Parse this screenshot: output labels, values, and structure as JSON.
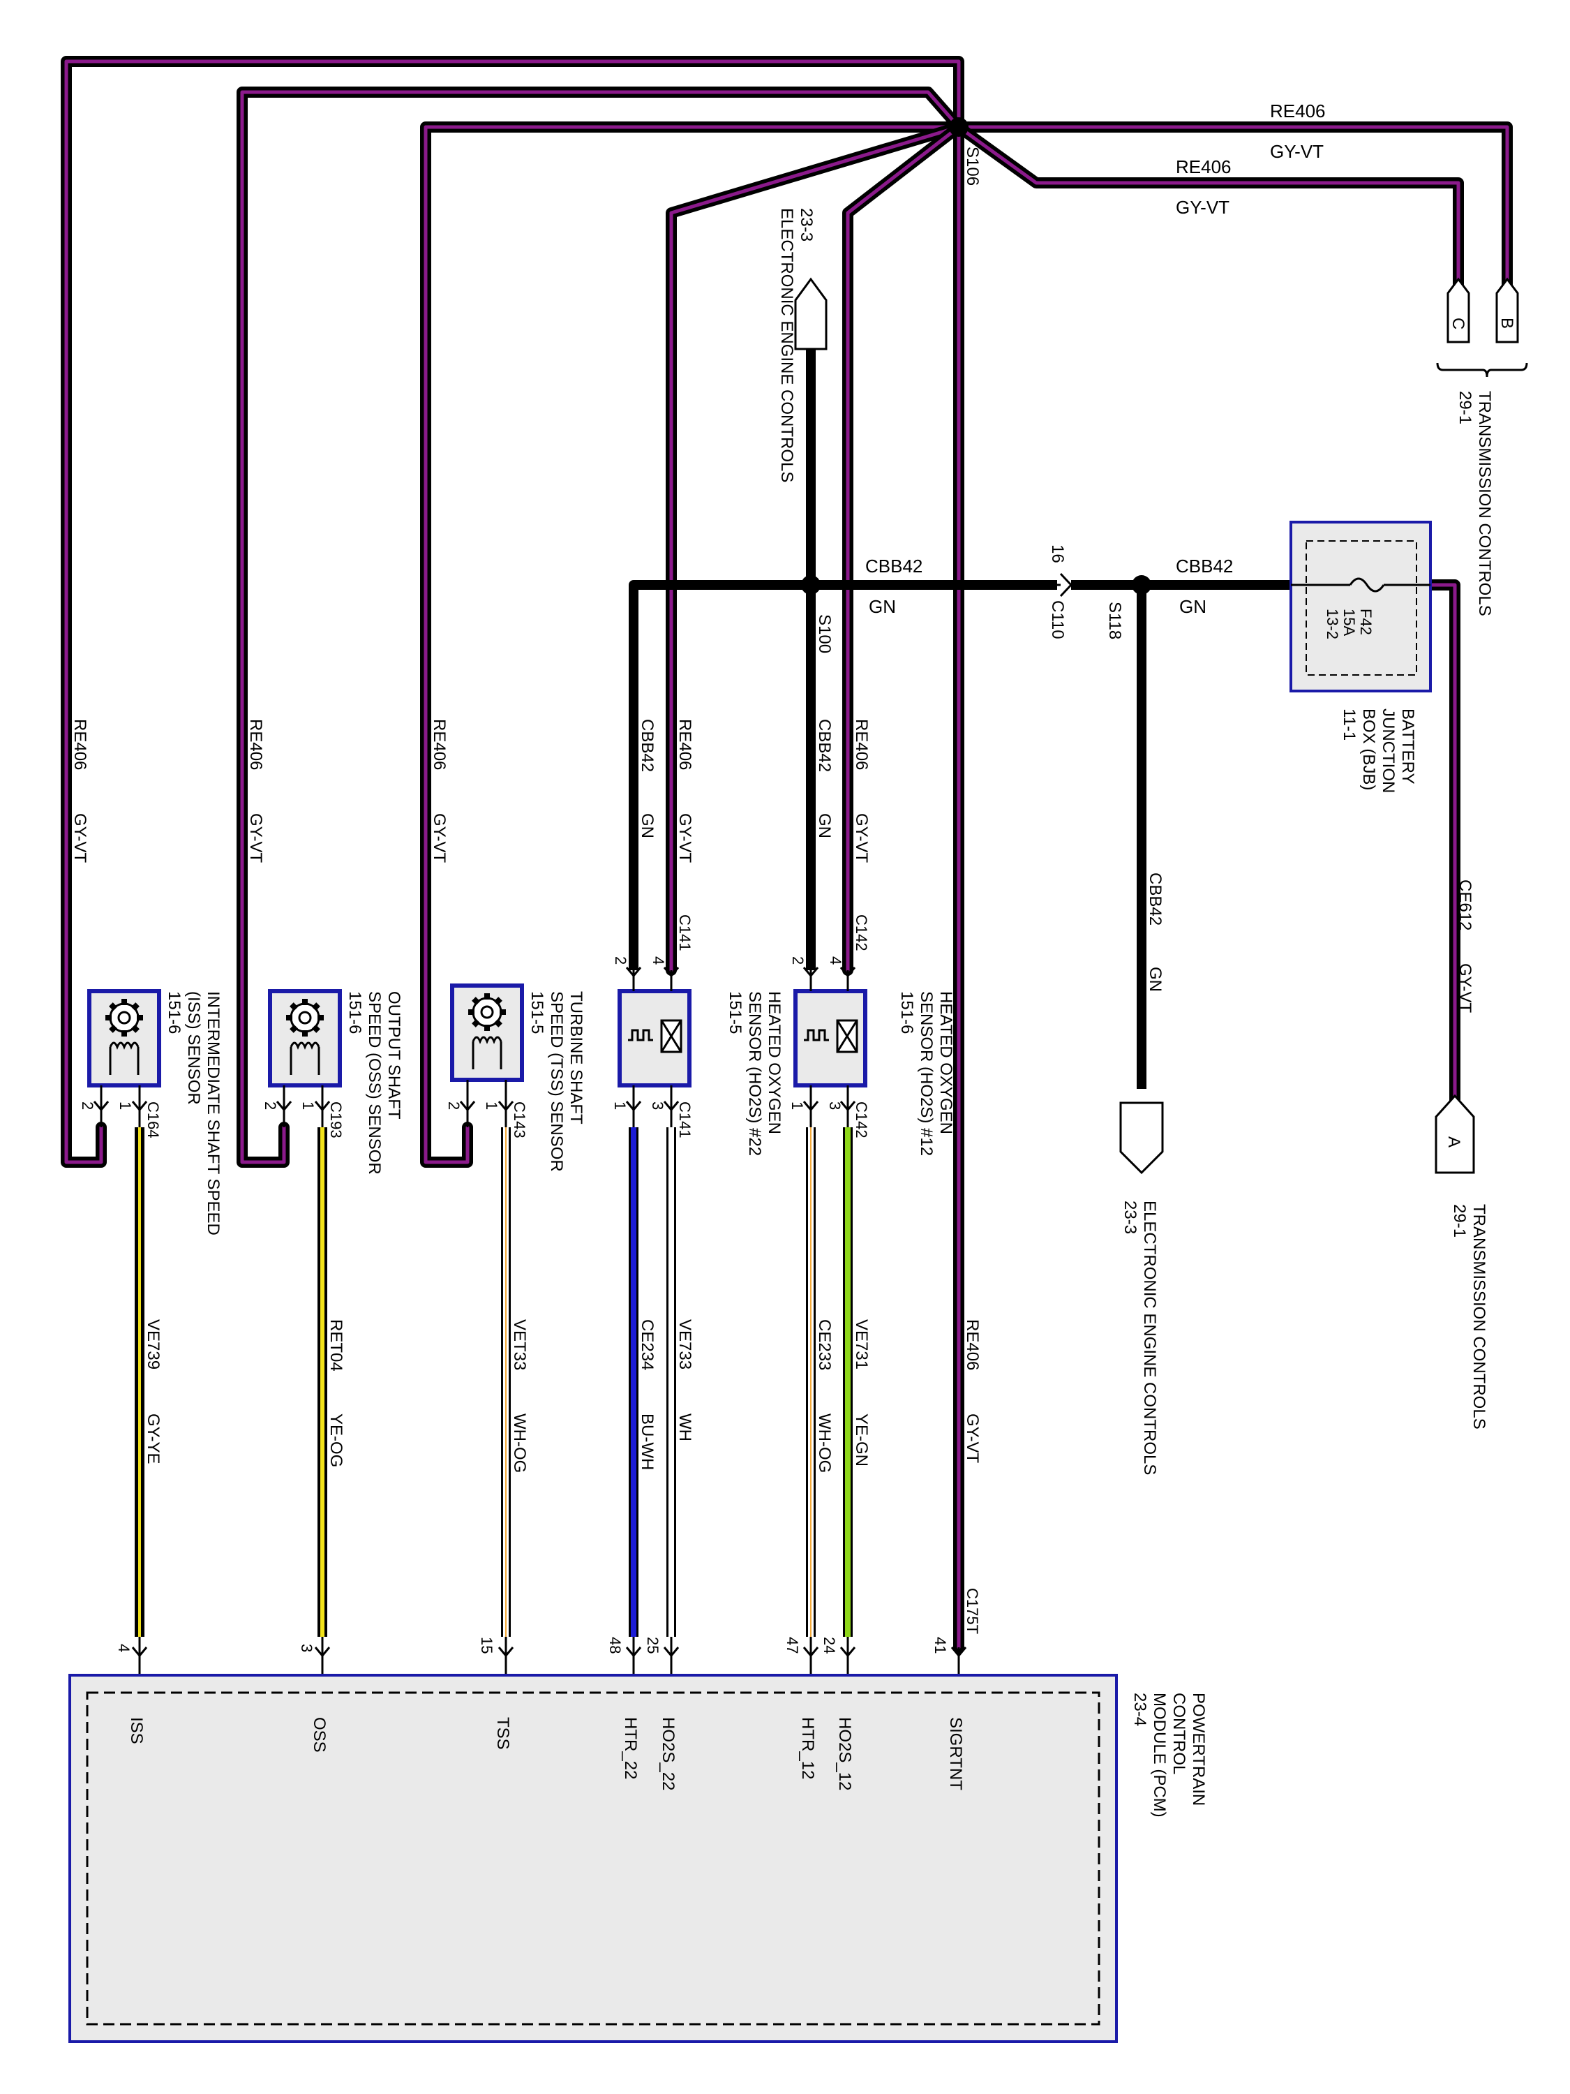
{
  "colors": {
    "violet": "#8b1a8b",
    "black": "#000000",
    "yellow": "#f2e21a",
    "orange": "#f2a93b",
    "blue": "#1c1cd6",
    "green": "#8fd61a",
    "box_fill": "#eaeaea",
    "box_border": "#1a1aa8",
    "white": "#ffffff"
  },
  "splices": {
    "s106": "S106",
    "s100": "S100",
    "s118": "S118"
  },
  "connectors": {
    "c110": "C110",
    "c110_pin": "16",
    "c141": "C141",
    "c142": "C142",
    "c143": "C143",
    "c164": "C164",
    "c193": "C193",
    "c175t": "C175T"
  },
  "pins": {
    "p1": "1",
    "p2": "2",
    "p3": "3",
    "p4": "4"
  },
  "wires": {
    "re406": "RE406",
    "gy_vt": "GY-VT",
    "cbb42": "CBB42",
    "gn": "GN",
    "ce612": "CE612",
    "ve739": "VE739",
    "gy_ye": "GY-YE",
    "ret04": "RET04",
    "ye_og": "YE-OG",
    "vet33": "VET33",
    "wh_og": "WH-OG",
    "ce234": "CE234",
    "bu_wh": "BU-WH",
    "ve733": "VE733",
    "wh": "WH",
    "ce233": "CE233",
    "ve731": "VE731",
    "ye_gn": "YE-GN"
  },
  "refs": {
    "transmission_controls": "TRANSMISSION CONTROLS",
    "tc_page": "29-1",
    "electronic_engine_controls": "ELECTRONIC ENGINE CONTROLS",
    "eec_page": "23-3",
    "conn_a": "A",
    "conn_b": "B",
    "conn_c": "C"
  },
  "bjb": {
    "line1": "BATTERY",
    "line2": "JUNCTION",
    "line3": "BOX (BJB)",
    "line4": "11-1",
    "fuse": "F42",
    "amps": "15A",
    "loc": "13-2"
  },
  "sensors": {
    "iss": {
      "line1": "INTERMEDIATE SHAFT SPEED",
      "line2": "(ISS) SENSOR",
      "line3": "151-6"
    },
    "oss": {
      "line1": "OUTPUT SHAFT",
      "line2": "SPEED (OSS)  SENSOR",
      "line3": "151-6"
    },
    "tss": {
      "line1": "TURBINE SHAFT",
      "line2": "SPEED (TSS)  SENSOR",
      "line3": "151-5"
    },
    "ho2s22": {
      "line1": "HEATED OXYGEN",
      "line2": "SENSOR (HO2S) #22",
      "line3": "151-5"
    },
    "ho2s12": {
      "line1": "HEATED OXYGEN",
      "line2": "SENSOR  (HO2S) #12",
      "line3": "151-6"
    }
  },
  "pcm": {
    "line1": "POWERTRAIN",
    "line2": "CONTROL",
    "line3": "MODULE (PCM)",
    "line4": "23-4",
    "pins": [
      {
        "num": "4",
        "name": "ISS"
      },
      {
        "num": "3",
        "name": "OSS"
      },
      {
        "num": "15",
        "name": "TSS"
      },
      {
        "num": "48",
        "name": "HTR_22"
      },
      {
        "num": "25",
        "name": "HO2S_22"
      },
      {
        "num": "47",
        "name": "HTR_12"
      },
      {
        "num": "24",
        "name": "HO2S_12"
      },
      {
        "num": "41",
        "name": "SIGRTNT"
      }
    ]
  }
}
